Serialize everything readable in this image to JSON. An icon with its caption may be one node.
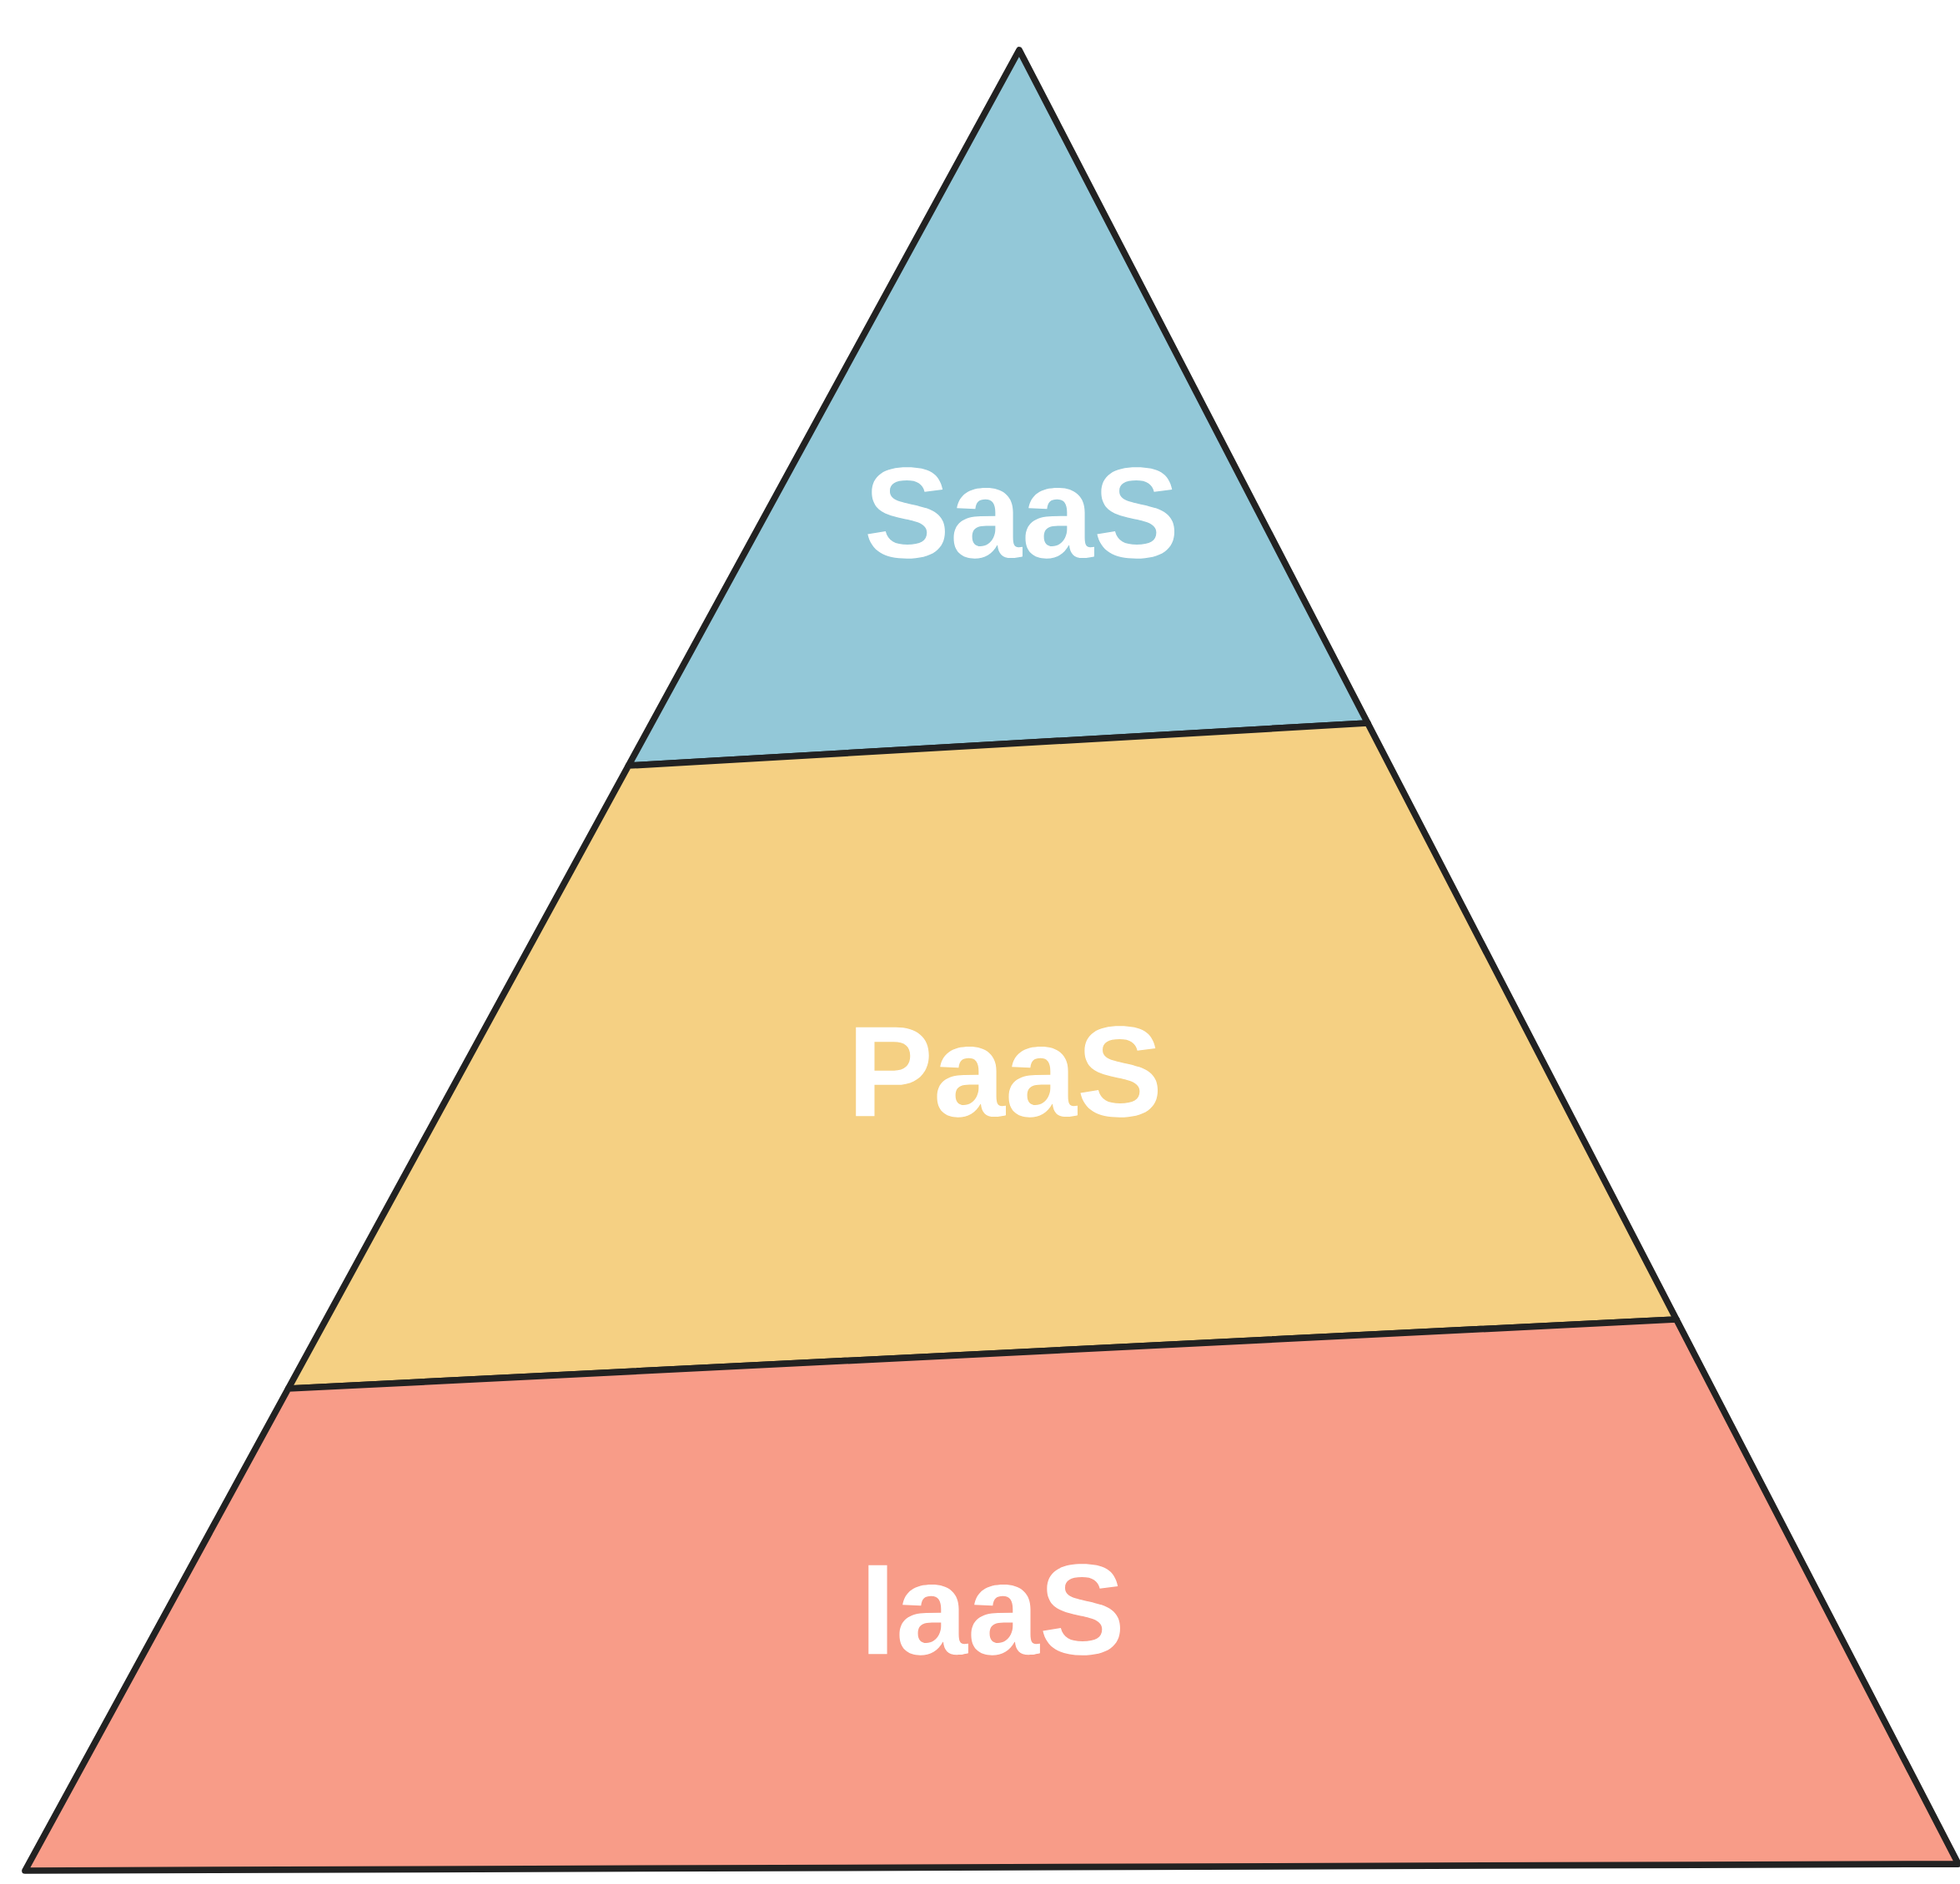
{
  "diagram": {
    "nodes": [
      {
        "text": [
          "SaaS"
        ]
      },
      {
        "text": [
          "PaaS"
        ]
      },
      {
        "text": [
          "IaaS"
        ]
      }
    ]
  }
}
